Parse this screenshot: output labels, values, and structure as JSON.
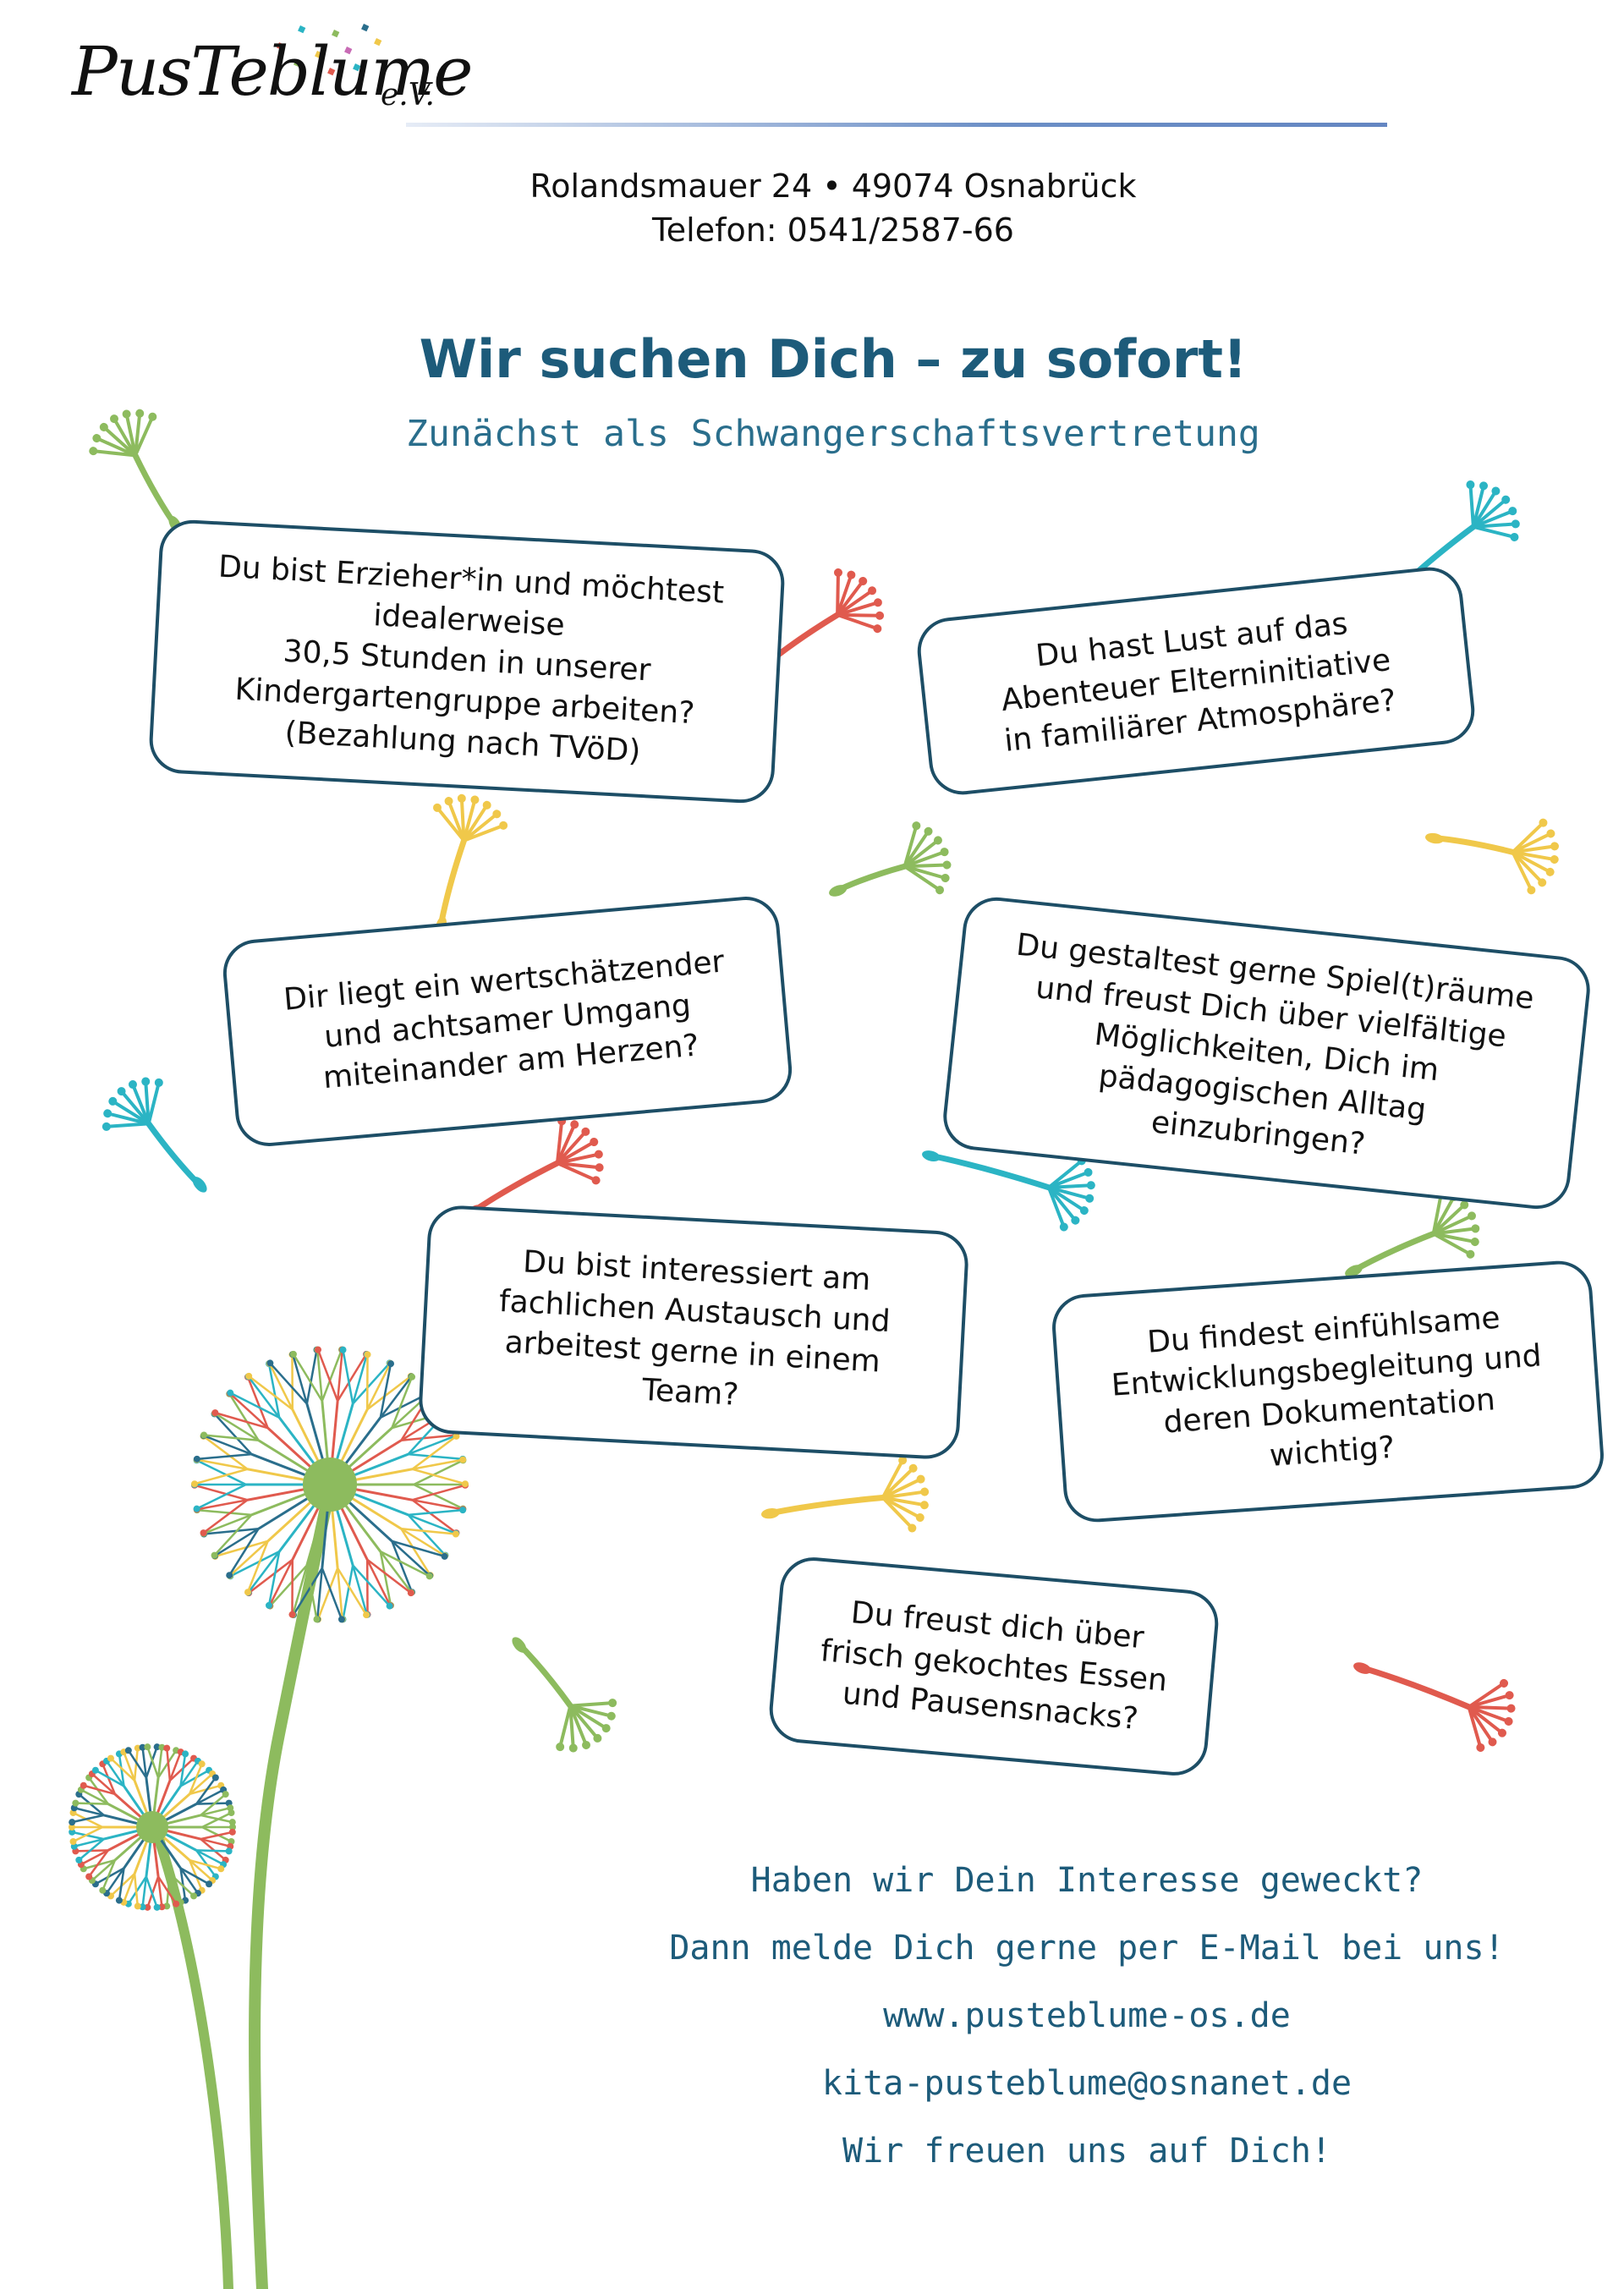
{
  "logo": {
    "name": "PusTeblume",
    "suffix": "e.V."
  },
  "address": {
    "line1": "Rolandsmauer 24 • 49074 Osnabrück",
    "line2": "Telefon: 0541/2587-66"
  },
  "headline": "Wir suchen Dich – zu sofort!",
  "subheadline": "Zunächst als Schwangerschaftsvertretung",
  "cards": [
    {
      "text": "Du bist Erzieher*in und möchtest\nidealerweise\n30,5 Stunden in unserer\nKindergartengruppe arbeiten?\n(Bezahlung nach TVöD)"
    },
    {
      "text": "Du hast Lust auf das\nAbenteuer Elterninitiative\nin familiärer Atmosphäre?"
    },
    {
      "text": "Dir liegt ein wertschätzender\nund achtsamer Umgang\nmiteinander am Herzen?"
    },
    {
      "text": "Du gestaltest gerne Spiel(t)räume\nund freust Dich über vielfältige\nMöglichkeiten, Dich im\npädagogischen Alltag\neinzubringen?"
    },
    {
      "text": "Du bist interessiert am\nfachlichen Austausch und\narbeitest gerne in einem\nTeam?"
    },
    {
      "text": "Du findest einfühlsame\nEntwicklungsbegleitung und\nderen Dokumentation\nwichtig?"
    },
    {
      "text": "Du freust dich über\nfrisch gekochtes Essen\nund Pausensnacks?"
    }
  ],
  "closing": {
    "line1": "Haben wir Dein Interesse geweckt?",
    "line2": "Dann melde Dich gerne per E-Mail bei uns!",
    "website": "www.pusteblume-os.de",
    "email": "kita-pusteblume@osnanet.de",
    "line5": "Wir freuen uns auf Dich!"
  },
  "colors": {
    "heading": "#1d5b7a",
    "card_border": "#1d4e66",
    "header_line": "#6486c2",
    "stem": "#8dbb5e",
    "seed_colors": [
      "#8dbb5e",
      "#e05a4e",
      "#2bb4c4",
      "#f0c84a",
      "#2a6e8c"
    ]
  },
  "icons": {
    "dandelion_large": "dandelion-icon",
    "dandelion_small": "dandelion-icon",
    "seeds": "dandelion-seed-icon",
    "confetti": "confetti-icon"
  }
}
